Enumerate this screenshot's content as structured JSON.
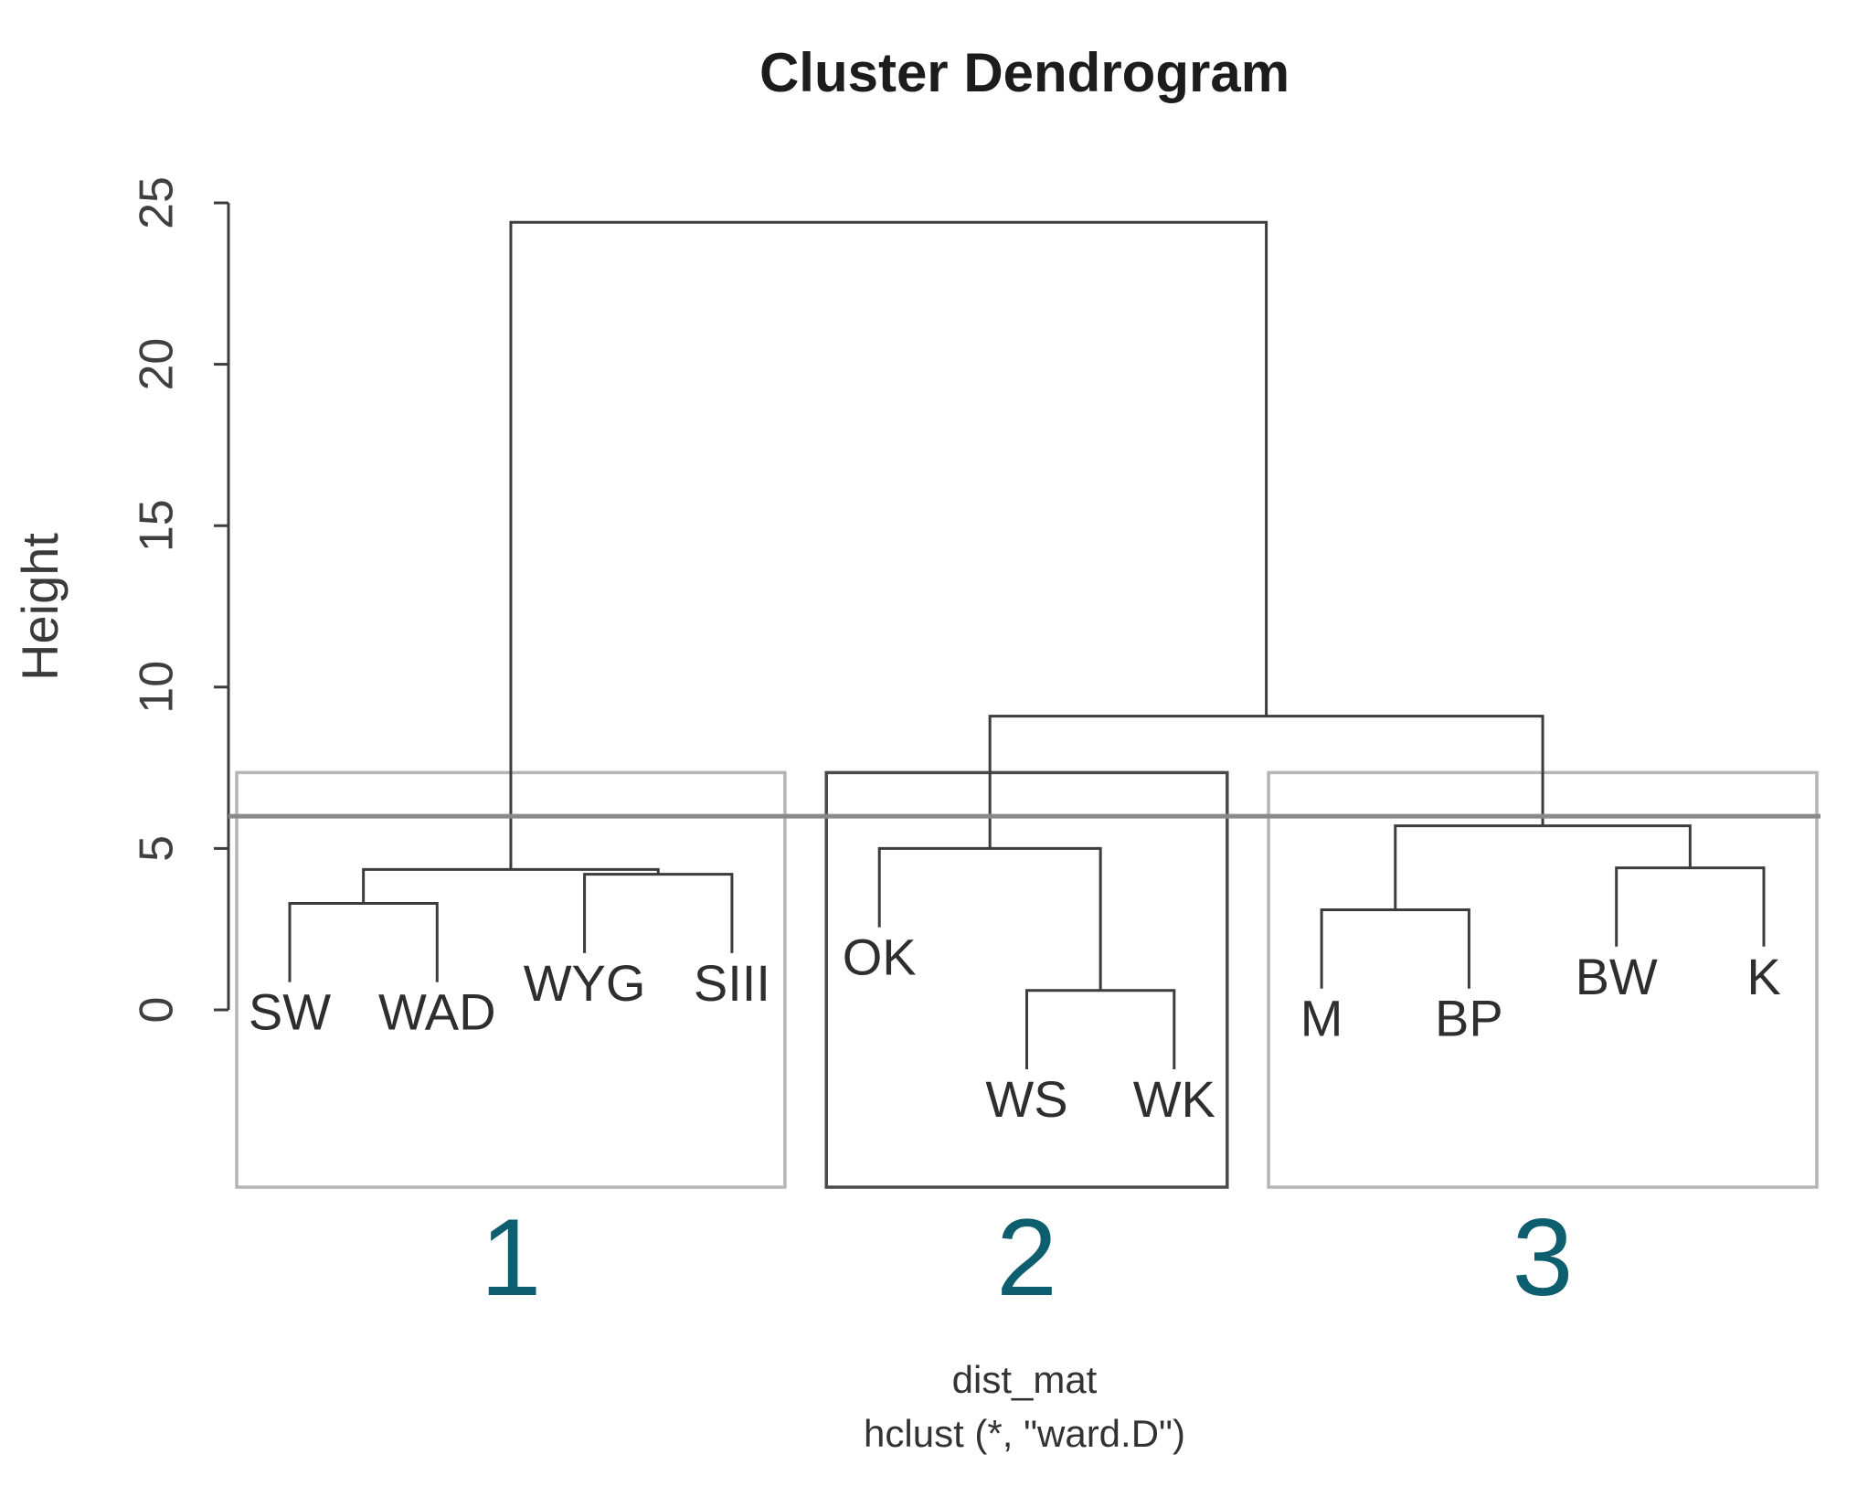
{
  "title": "Cluster Dendrogram",
  "axis": {
    "label": "Height",
    "ticks": [
      0,
      5,
      10,
      15,
      20,
      25
    ],
    "ylim": [
      0,
      25
    ]
  },
  "caption": {
    "line1": "dist_mat",
    "line2": "hclust (*, \"ward.D\")"
  },
  "colors": {
    "dendrogram_line": "#3c3c3c",
    "cut_line": "#8a8a8a",
    "cluster_box_light": "#b5b5b5",
    "cluster_box_dark": "#4a4a4a",
    "cluster_label": "#0d5e6e",
    "leaf_text": "#2e2e2e",
    "tick_text": "#3f3f3f"
  },
  "chart_data": {
    "type": "dendrogram",
    "title": "Cluster Dendrogram",
    "ylabel": "Height",
    "xlabel_line1": "dist_mat",
    "xlabel_line2": "hclust (*, \"ward.D\")",
    "ylim": [
      0,
      25
    ],
    "y_ticks": [
      0,
      5,
      10,
      15,
      20,
      25
    ],
    "leaves": [
      "SW",
      "WAD",
      "WYG",
      "SIII",
      "OK",
      "WS",
      "WK",
      "M",
      "BP",
      "BW",
      "K"
    ],
    "merges": [
      {
        "id": "n1",
        "children": [
          "SW",
          "WAD"
        ],
        "height": 3.3
      },
      {
        "id": "n2",
        "children": [
          "WYG",
          "SIII"
        ],
        "height": 4.2
      },
      {
        "id": "n3",
        "children": [
          "n1",
          "n2"
        ],
        "height": 4.35
      },
      {
        "id": "n4",
        "children": [
          "WS",
          "WK"
        ],
        "height": 0.6
      },
      {
        "id": "n5",
        "children": [
          "OK",
          "n4"
        ],
        "height": 5.0
      },
      {
        "id": "n6",
        "children": [
          "M",
          "BP"
        ],
        "height": 3.1
      },
      {
        "id": "n7",
        "children": [
          "BW",
          "K"
        ],
        "height": 4.4
      },
      {
        "id": "n8",
        "children": [
          "n6",
          "n7"
        ],
        "height": 5.7
      },
      {
        "id": "n9",
        "children": [
          "n5",
          "n8"
        ],
        "height": 9.1
      },
      {
        "id": "root",
        "children": [
          "n3",
          "n9"
        ],
        "height": 24.4
      }
    ],
    "leaf_hang": 2.44,
    "cut_line_height": 6,
    "clusters": [
      {
        "label": "1",
        "leaf_start": 0,
        "leaf_end": 3,
        "border": "light",
        "leaves": [
          "SW",
          "WAD",
          "WYG",
          "SIII"
        ]
      },
      {
        "label": "2",
        "leaf_start": 4,
        "leaf_end": 6,
        "border": "dark",
        "leaves": [
          "OK",
          "WS",
          "WK"
        ]
      },
      {
        "label": "3",
        "leaf_start": 7,
        "leaf_end": 10,
        "border": "light",
        "leaves": [
          "M",
          "BP",
          "BW",
          "K"
        ]
      }
    ]
  }
}
